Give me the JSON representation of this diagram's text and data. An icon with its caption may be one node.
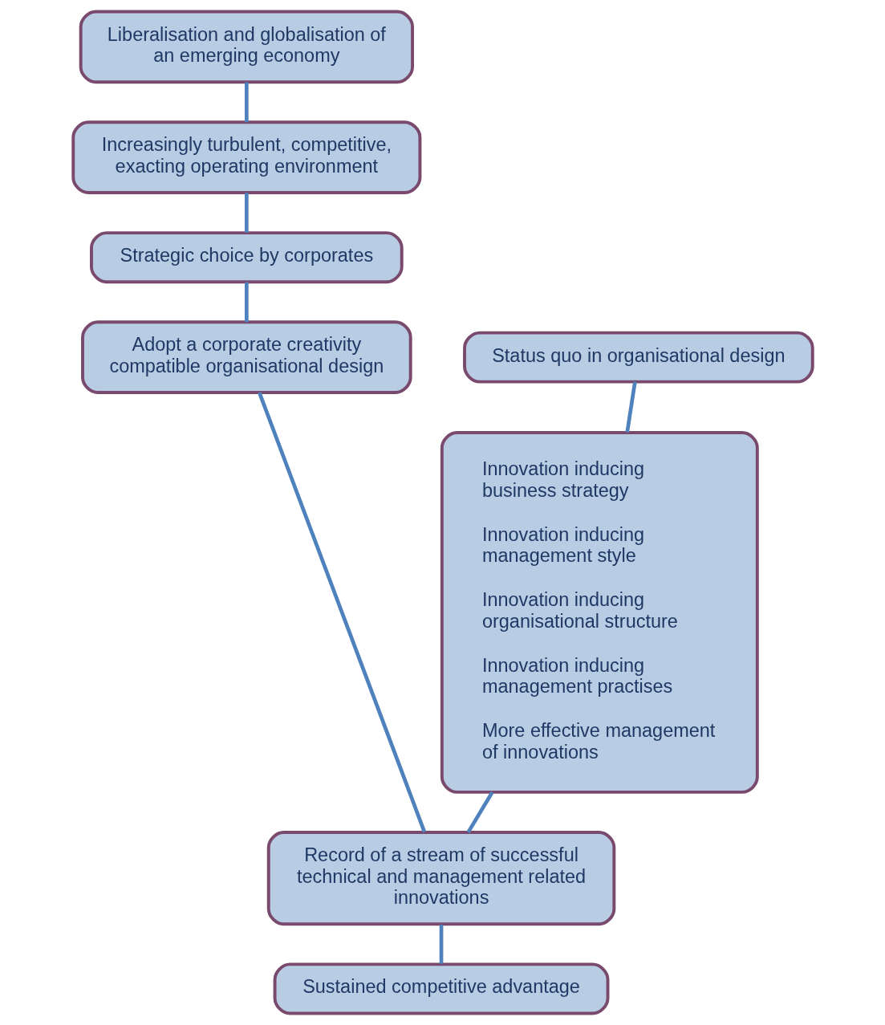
{
  "diagram": {
    "nodes": [
      {
        "text": [
          "Liberalisation and globalisation of an emerging economy"
        ]
      },
      {
        "text": [
          "Increasingly turbulent, competitive, exacting operating environment"
        ]
      },
      {
        "text": [
          "Strategic choice by corporates"
        ]
      },
      {
        "text": [
          "Adopt a corporate creativity compatible organisational design"
        ]
      },
      {
        "text": [
          "Status quo in organisational design"
        ]
      },
      {
        "text": [
          "Innovation inducing business strategy",
          "Innovation inducing management style",
          "Innovation inducing organisational structure",
          "Innovation inducing management practises",
          "More effective management of innovations"
        ]
      },
      {
        "text": [
          "Record of a stream of successful technical and management related innovations"
        ]
      },
      {
        "text": [
          "Sustained competitive advantage"
        ]
      }
    ],
    "edges": [
      {
        "from": 0,
        "to": 1,
        "arrow": "none"
      },
      {
        "from": 1,
        "to": 2,
        "arrow": "none"
      },
      {
        "from": 2,
        "to": 3,
        "arrow": "none"
      },
      {
        "from": 4,
        "to": 5,
        "arrow": "none"
      },
      {
        "from": 3,
        "to": 6,
        "arrow": "none"
      },
      {
        "from": 5,
        "to": 6,
        "arrow": "none"
      },
      {
        "from": 6,
        "to": 7,
        "arrow": "none"
      }
    ]
  }
}
